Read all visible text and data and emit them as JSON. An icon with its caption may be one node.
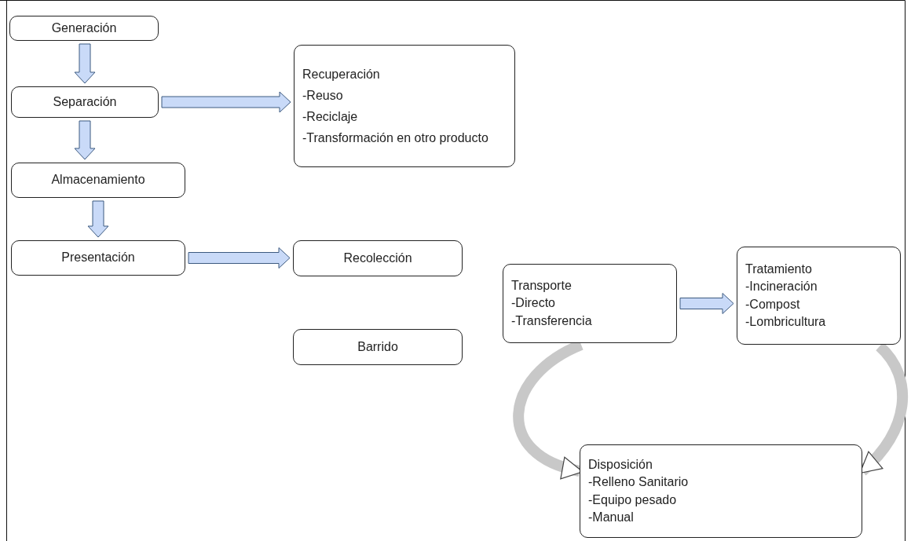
{
  "diagram": {
    "nodes": [
      {
        "text": [
          "Generación"
        ]
      },
      {
        "text": [
          "Separación"
        ]
      },
      {
        "text": [
          "Almacenamiento"
        ]
      },
      {
        "text": [
          "Presentación"
        ]
      },
      {
        "text": [
          "Recuperación",
          "-Reuso",
          "-Reciclaje",
          "-Transformación en otro producto"
        ]
      },
      {
        "text": [
          "Recolección"
        ]
      },
      {
        "text": [
          "Barrido"
        ]
      },
      {
        "text": [
          "Transporte",
          "-Directo",
          "-Transferencia"
        ]
      },
      {
        "text": [
          "Tratamiento",
          "-Incineración",
          "-Compost",
          "-Lombricultura"
        ]
      },
      {
        "text": [
          "Disposición",
          "-Relleno Sanitario",
          "-Equipo pesado",
          "-Manual"
        ]
      }
    ],
    "edges": [
      {
        "from": 0,
        "to": 1,
        "arrow": "to"
      },
      {
        "from": 1,
        "to": 2,
        "arrow": "to"
      },
      {
        "from": 2,
        "to": 3,
        "arrow": "to"
      },
      {
        "from": 1,
        "to": 4,
        "arrow": "to"
      },
      {
        "from": 3,
        "to": 5,
        "arrow": "to"
      },
      {
        "from": 7,
        "to": 8,
        "arrow": "to"
      },
      {
        "from": 7,
        "to": 9,
        "arrow": "to",
        "color": "#c8c8c8"
      },
      {
        "from": 8,
        "to": 9,
        "arrow": "to",
        "color": "#c8c8c8"
      }
    ]
  }
}
